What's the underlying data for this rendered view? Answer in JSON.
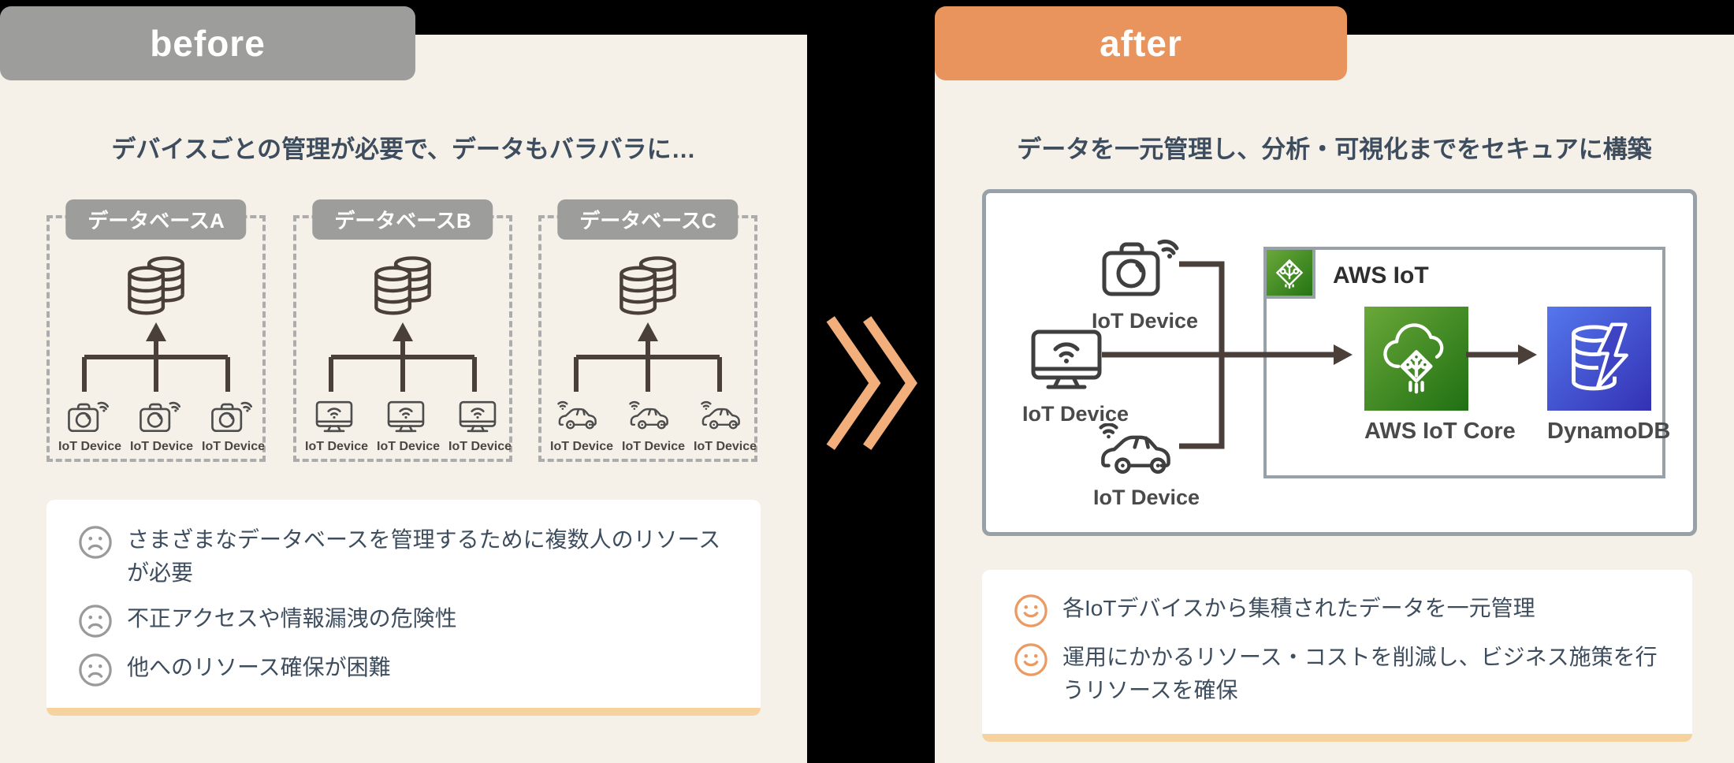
{
  "colors": {
    "panel_bg": "#f5f1e9",
    "canvas_bg": "#000000",
    "before_badge_bg": "#9d9d9c",
    "after_badge_bg": "#e8945c",
    "chevron_orange": "#f2ae7b",
    "card_underline_tan": "#f5d29e",
    "text_slate": "#3e4d5e",
    "connector_dark": "#4a3f39",
    "aws_green": "#3f8624",
    "dynamodb_blue": "#3b43c6"
  },
  "before": {
    "badge_label": "before",
    "heading": "デバイスごとの管理が必要で、データもバラバラに…",
    "databases": [
      {
        "label": "データベースA",
        "device_type": "camera",
        "device_label": "IoT Device"
      },
      {
        "label": "データベースB",
        "device_type": "monitor",
        "device_label": "IoT Device"
      },
      {
        "label": "データベースC",
        "device_type": "car",
        "device_label": "IoT Device"
      }
    ],
    "issues": [
      "さまざまなデータベースを管理するために複数人のリソースが必要",
      "不正アクセスや情報漏洩の危険性",
      "他へのリソース確保が困難"
    ]
  },
  "middle": {
    "symbol": "double-chevron-right"
  },
  "after": {
    "badge_label": "after",
    "heading": "データを一元管理し、分析・可視化までをセキュアに構築",
    "devices": [
      {
        "type": "camera",
        "label": "IoT Device"
      },
      {
        "type": "monitor",
        "label": "IoT Device"
      },
      {
        "type": "car",
        "label": "IoT Device"
      }
    ],
    "aws": {
      "group_label": "AWS IoT",
      "services": [
        {
          "name": "AWS IoT Core"
        },
        {
          "name": "DynamoDB"
        }
      ]
    },
    "benefits": [
      "各IoTデバイスから集積されたデータを一元管理",
      "運用にかかるリソース・コストを削減し、ビジネス施策を行うリソースを確保"
    ]
  }
}
